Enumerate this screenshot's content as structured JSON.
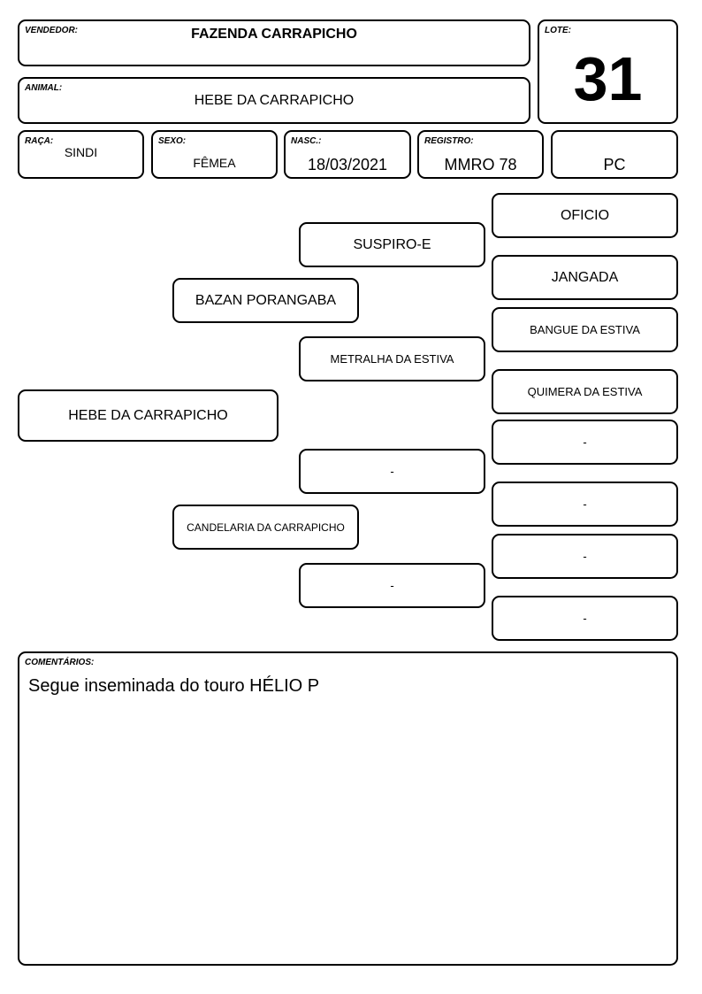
{
  "header": {
    "vendedor": {
      "label": "VENDEDOR:",
      "value": "FAZENDA CARRAPICHO"
    },
    "animal": {
      "label": "ANIMAL:",
      "value": "HEBE DA CARRAPICHO"
    },
    "lote": {
      "label": "LOTE:",
      "value": "31"
    }
  },
  "info": {
    "raca": {
      "label": "RAÇA:",
      "value": "SINDI"
    },
    "sexo": {
      "label": "SEXO:",
      "value": "FÊMEA"
    },
    "nasc": {
      "label": "NASC.:",
      "value": "18/03/2021"
    },
    "registro": {
      "label": "REGISTRO:",
      "value": "MMRO 78"
    },
    "extra": {
      "value": "PC"
    }
  },
  "pedigree": {
    "animal": "HEBE DA CARRAPICHO",
    "sire": "BAZAN PORANGABA",
    "dam": "CANDELARIA DA CARRAPICHO",
    "sire_sire": "SUSPIRO-E",
    "sire_dam": "METRALHA DA ESTIVA",
    "dam_sire": "-",
    "dam_dam": "-",
    "ggp": [
      "OFICIO",
      "JANGADA",
      "BANGUE DA ESTIVA",
      "QUIMERA DA ESTIVA",
      "-",
      "-",
      "-",
      "-"
    ]
  },
  "comments": {
    "label": "COMENTÁRIOS:",
    "text": "Segue inseminada do touro HÉLIO P"
  }
}
